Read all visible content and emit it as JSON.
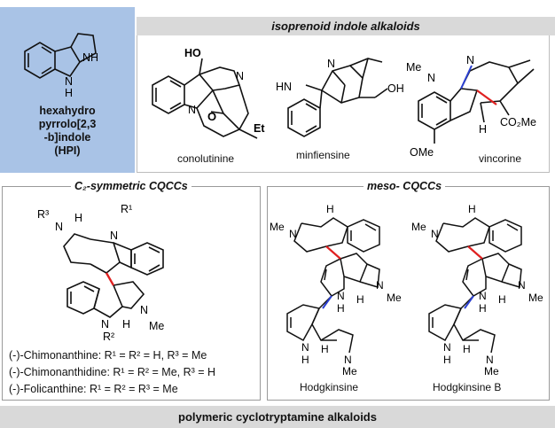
{
  "top": {
    "header": "isoprenoid indole alkaloids",
    "hpi": {
      "name_lines": [
        "hexahydro",
        "pyrrolo[2,3",
        "-b]indole",
        "(HPI)"
      ],
      "atoms": {
        "nh": "NH",
        "n": "N",
        "h": "H"
      }
    },
    "compounds": [
      {
        "name": "conolutinine",
        "atoms": {
          "ho": "HO",
          "o": "O",
          "n1": "N",
          "n2": "N",
          "et": "Et"
        }
      },
      {
        "name": "minfiensine",
        "atoms": {
          "hn": "HN",
          "n": "N",
          "oh": "OH"
        }
      },
      {
        "name": "vincorine",
        "atoms": {
          "n1": "N",
          "me1": "Me",
          "n2": "N",
          "h": "H",
          "co2me": "CO₂Me",
          "ome": "OMe"
        }
      }
    ]
  },
  "left_box": {
    "title": "C₂-symmetric CQCCs",
    "atoms": {
      "r3": "R³",
      "n_a": "N",
      "h_a": "H",
      "r1": "R¹",
      "n_b": "N",
      "n_c": "N",
      "h_c": "H",
      "r2": "R²",
      "n_d": "N",
      "me": "Me"
    },
    "compounds": [
      "(-)-Chimonanthine: R¹ = R² = H, R³ = Me",
      "(-)-Chimonanthidine: R¹ = R² = Me, R³ = H",
      "(-)-Folicanthine: R¹ = R² = R³ = Me"
    ]
  },
  "right_box": {
    "title": "meso- CQCCs",
    "compounds": [
      {
        "name": "Hodgkinsine",
        "atoms": {
          "me_top": "Me",
          "n_top": "N",
          "h_top": "H",
          "n_mid": "N",
          "me_mid": "Me",
          "h_mid": "H",
          "nh_mid": "N",
          "h_mid2": "H",
          "nh_bot": "N",
          "h_bot": "H",
          "h_bot2": "H",
          "n_bot": "N",
          "me_bot": "Me"
        }
      },
      {
        "name": "Hodgkinsine B",
        "atoms": {
          "me_top": "Me",
          "n_top": "N",
          "h_top": "H",
          "n_mid": "N",
          "me_mid": "Me",
          "h_mid": "H",
          "nh_mid": "N",
          "h_mid2": "H",
          "nh_bot": "N",
          "h_bot": "H",
          "h_bot2": "H",
          "n_bot": "N",
          "me_bot": "Me"
        }
      }
    ]
  },
  "bottom_band": "polymeric cyclotryptamine alkaloids",
  "colors": {
    "hpi_bg": "#a9c3e6",
    "band_bg": "#d9d9d9",
    "red_bond": "#e02020",
    "blue_bond": "#2a3fd0"
  }
}
